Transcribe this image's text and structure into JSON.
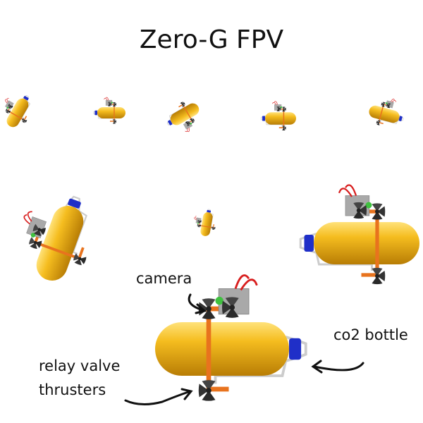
{
  "title": "Zero-G FPV",
  "labels": {
    "camera": "camera",
    "co2_bottle": "co2 bottle",
    "relay_valve": "relay valve",
    "thrusters": "thrusters"
  },
  "colors": {
    "bottle": "#f2b619",
    "cap": "#1f2fc8",
    "frame": "#e8731e",
    "thruster": "#2e2e2e",
    "camera_box": "#a9a9a9",
    "lens": "#3fc13f",
    "wire": "#d81e1e"
  }
}
